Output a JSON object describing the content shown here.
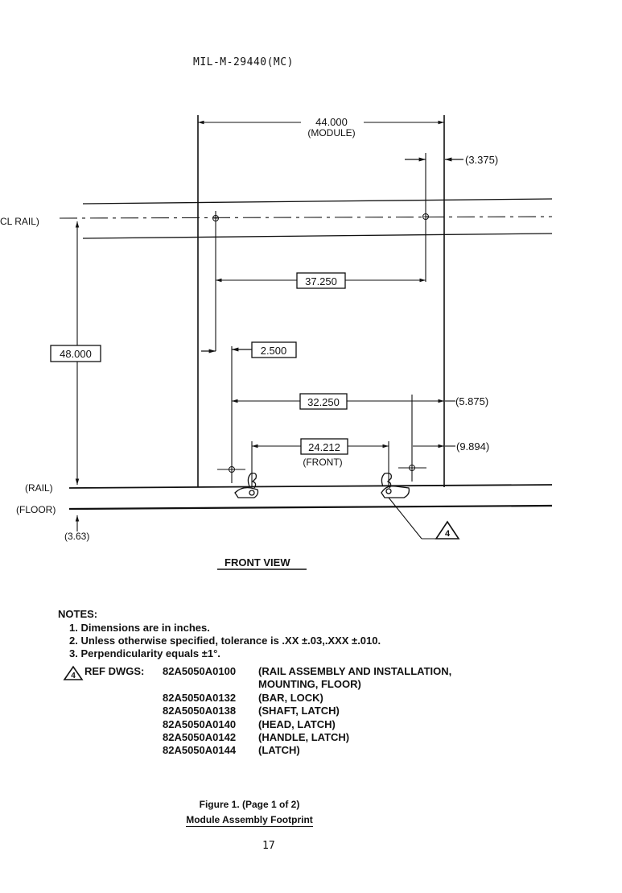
{
  "header": {
    "doc_id": "MIL-M-29440(MC)"
  },
  "drawing": {
    "dim_module_value": "44.000",
    "dim_module_label": "(MODULE)",
    "dim_3375": "(3.375)",
    "cl_rail": "CL RAIL)",
    "dim_37250": "37.250",
    "dim_48000": "48.000",
    "dim_2500": "2.500",
    "dim_32250": "32.250",
    "dim_5875": "(5.875)",
    "dim_24212": "24.212",
    "front_label": "(FRONT)",
    "dim_9894": "(9.894)",
    "rail_label": "(RAIL)",
    "floor_label": "(FLOOR)",
    "dim_363": "(3.63)",
    "flag_note": "4",
    "view_title": "FRONT VIEW"
  },
  "notes": {
    "title": "NOTES:",
    "items": [
      "1. Dimensions are in inches.",
      "2. Unless otherwise specified, tolerance is .XX ±.03,.XXX ±.010.",
      "3. Perpendicularity equals ±1°."
    ],
    "ref_flag": "4",
    "ref_label": "REF DWGS:",
    "refs": [
      {
        "num": "82A5050A0100",
        "desc": "(RAIL ASSEMBLY AND INSTALLATION,"
      },
      {
        "num": "",
        "desc": "MOUNTING, FLOOR)"
      },
      {
        "num": "82A5050A0132",
        "desc": "(BAR, LOCK)"
      },
      {
        "num": "82A5050A0138",
        "desc": "(SHAFT, LATCH)"
      },
      {
        "num": "82A5050A0140",
        "desc": "(HEAD, LATCH)"
      },
      {
        "num": "82A5050A0142",
        "desc": "(HANDLE, LATCH)"
      },
      {
        "num": "82A5050A0144",
        "desc": "(LATCH)"
      }
    ]
  },
  "caption": {
    "line1": "Figure 1. (Page 1 of 2)",
    "line2": "Module Assembly Footprint"
  },
  "page_number": "17"
}
